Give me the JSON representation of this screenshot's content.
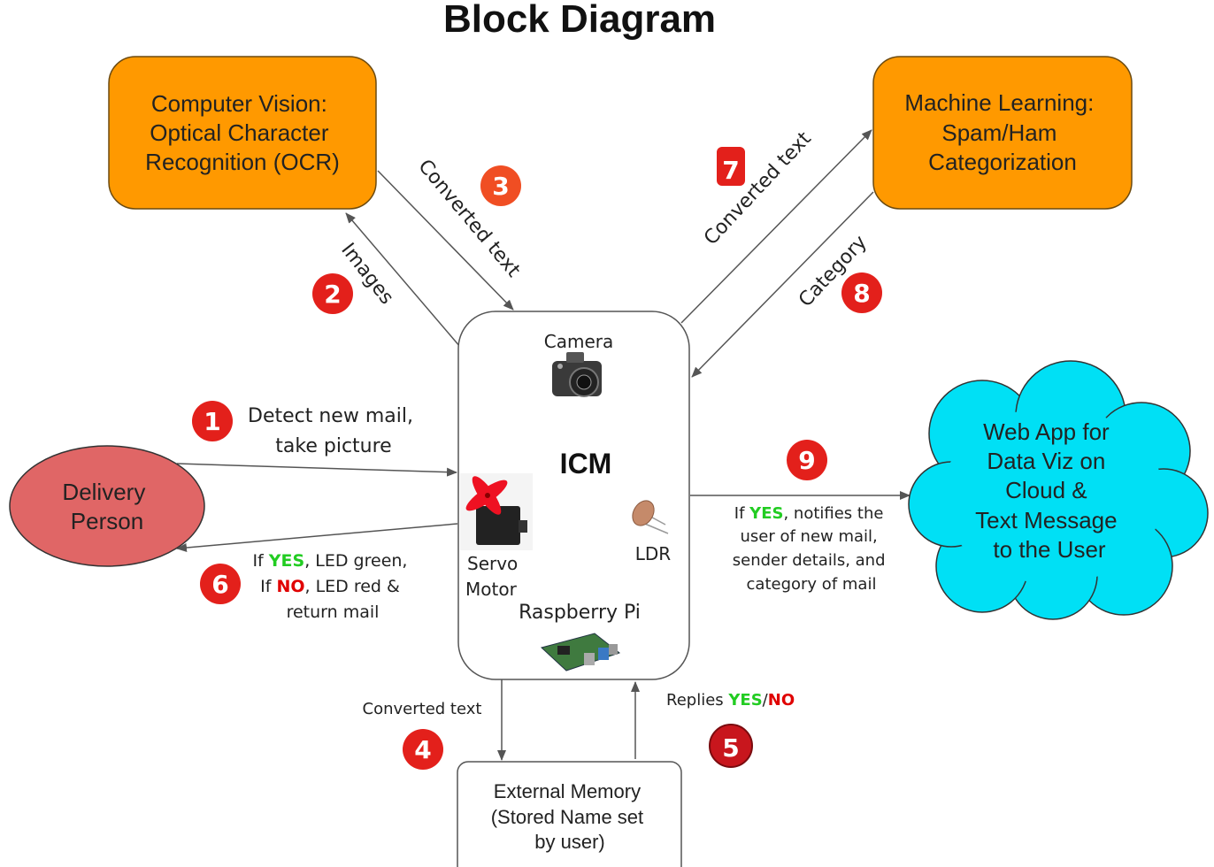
{
  "title": "Block Diagram",
  "colors": {
    "orange": "#FF9900",
    "delivery": "#E06666",
    "cloud": "#00E0F5",
    "badge": "#E3201B",
    "yes": "#22CC22",
    "no": "#E00000",
    "arrow": "#555555"
  },
  "nodes": {
    "ocr": [
      "Computer Vision:",
      "Optical Character",
      "Recognition (OCR)"
    ],
    "ml": [
      "Machine Learning:",
      "Spam/Ham",
      "Categorization"
    ],
    "icm": {
      "title": "ICM",
      "camera": "Camera",
      "servo": [
        "Servo",
        "Motor"
      ],
      "ldr": "LDR",
      "rpi": "Raspberry Pi"
    },
    "delivery": [
      "Delivery",
      "Person"
    ],
    "cloud": [
      "Web App for",
      "Data Viz on",
      "Cloud &",
      "Text Message",
      "to the User"
    ],
    "memory": [
      "External Memory",
      "(Stored Name set",
      "by user)"
    ]
  },
  "edges": {
    "e1": {
      "num": "1",
      "label": [
        "Detect new mail,",
        "take picture"
      ]
    },
    "e2": {
      "num": "2",
      "label": "Images"
    },
    "e3": {
      "num": "3",
      "label": "Converted text"
    },
    "e4": {
      "num": "4",
      "label": "Converted text"
    },
    "e5": {
      "num": "5",
      "label_prefix": "Replies ",
      "yes": "YES",
      "slash": "/",
      "no": "NO"
    },
    "e6": {
      "num": "6",
      "l1_a": "If ",
      "yes": "YES",
      "l1_b": ", LED green,",
      "l2_a": "If ",
      "no": "NO",
      "l2_b": ", LED red &",
      "l3": "return mail"
    },
    "e7": {
      "num": "7",
      "label": "Converted text"
    },
    "e8": {
      "num": "8",
      "label": "Category"
    },
    "e9": {
      "num": "9",
      "l1_a": "If ",
      "yes": "YES",
      "l1_b": ", notifies the",
      "l2": "user of new mail,",
      "l3": "sender details, and",
      "l4": "category of mail"
    }
  }
}
